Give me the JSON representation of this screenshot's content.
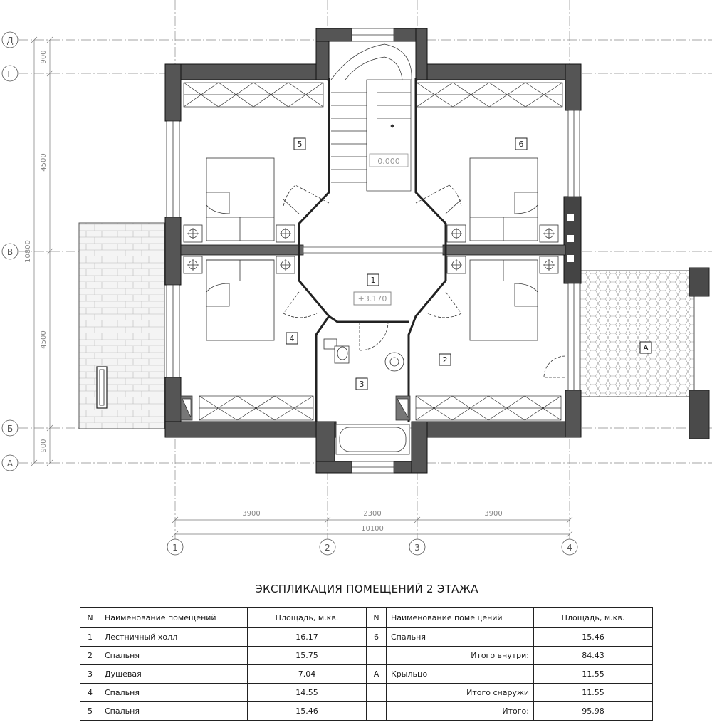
{
  "axes_columns": [
    "1",
    "2",
    "3",
    "4"
  ],
  "axes_rows": [
    "Д",
    "Г",
    "В",
    "Б",
    "А"
  ],
  "dims_horizontal": [
    "3900",
    "2300",
    "3900"
  ],
  "dim_total_horizontal": "10100",
  "dims_vertical": [
    "900",
    "4500",
    "4500",
    "900"
  ],
  "dim_total_vertical": "10800",
  "rooms": {
    "r1": "1",
    "r2": "2",
    "r3": "3",
    "r4": "4",
    "r5": "5",
    "r6": "6",
    "rA": "А"
  },
  "levels": {
    "stair_bottom": "0.000",
    "hall": "+3.170"
  },
  "table": {
    "title": "ЭКСПЛИКАЦИЯ ПОМЕЩЕНИЙ 2 ЭТАЖА",
    "headers": [
      "N",
      "Наименование помещений",
      "Площадь, м.кв.",
      "N",
      "Наименование помещений",
      "Площадь, м.кв."
    ],
    "rows": [
      {
        "n1": "1",
        "name1": "Лестничный холл",
        "area1": "16.17",
        "n2": "6",
        "name2": "Спальня",
        "sum2": "",
        "area2": "15.46"
      },
      {
        "n1": "2",
        "name1": "Спальня",
        "area1": "15.75",
        "n2": "",
        "name2": "",
        "sum2": "Итого внутри:",
        "area2": "84.43"
      },
      {
        "n1": "3",
        "name1": "Душевая",
        "area1": "7.04",
        "n2": "А",
        "name2": "Крыльцо",
        "sum2": "",
        "area2": "11.55"
      },
      {
        "n1": "4",
        "name1": "Спальня",
        "area1": "14.55",
        "n2": "",
        "name2": "",
        "sum2": "Итого снаружи",
        "area2": "11.55"
      },
      {
        "n1": "5",
        "name1": "Спальня",
        "area1": "15.46",
        "n2": "",
        "name2": "",
        "sum2": "Итого:",
        "area2": "95.98"
      }
    ]
  }
}
